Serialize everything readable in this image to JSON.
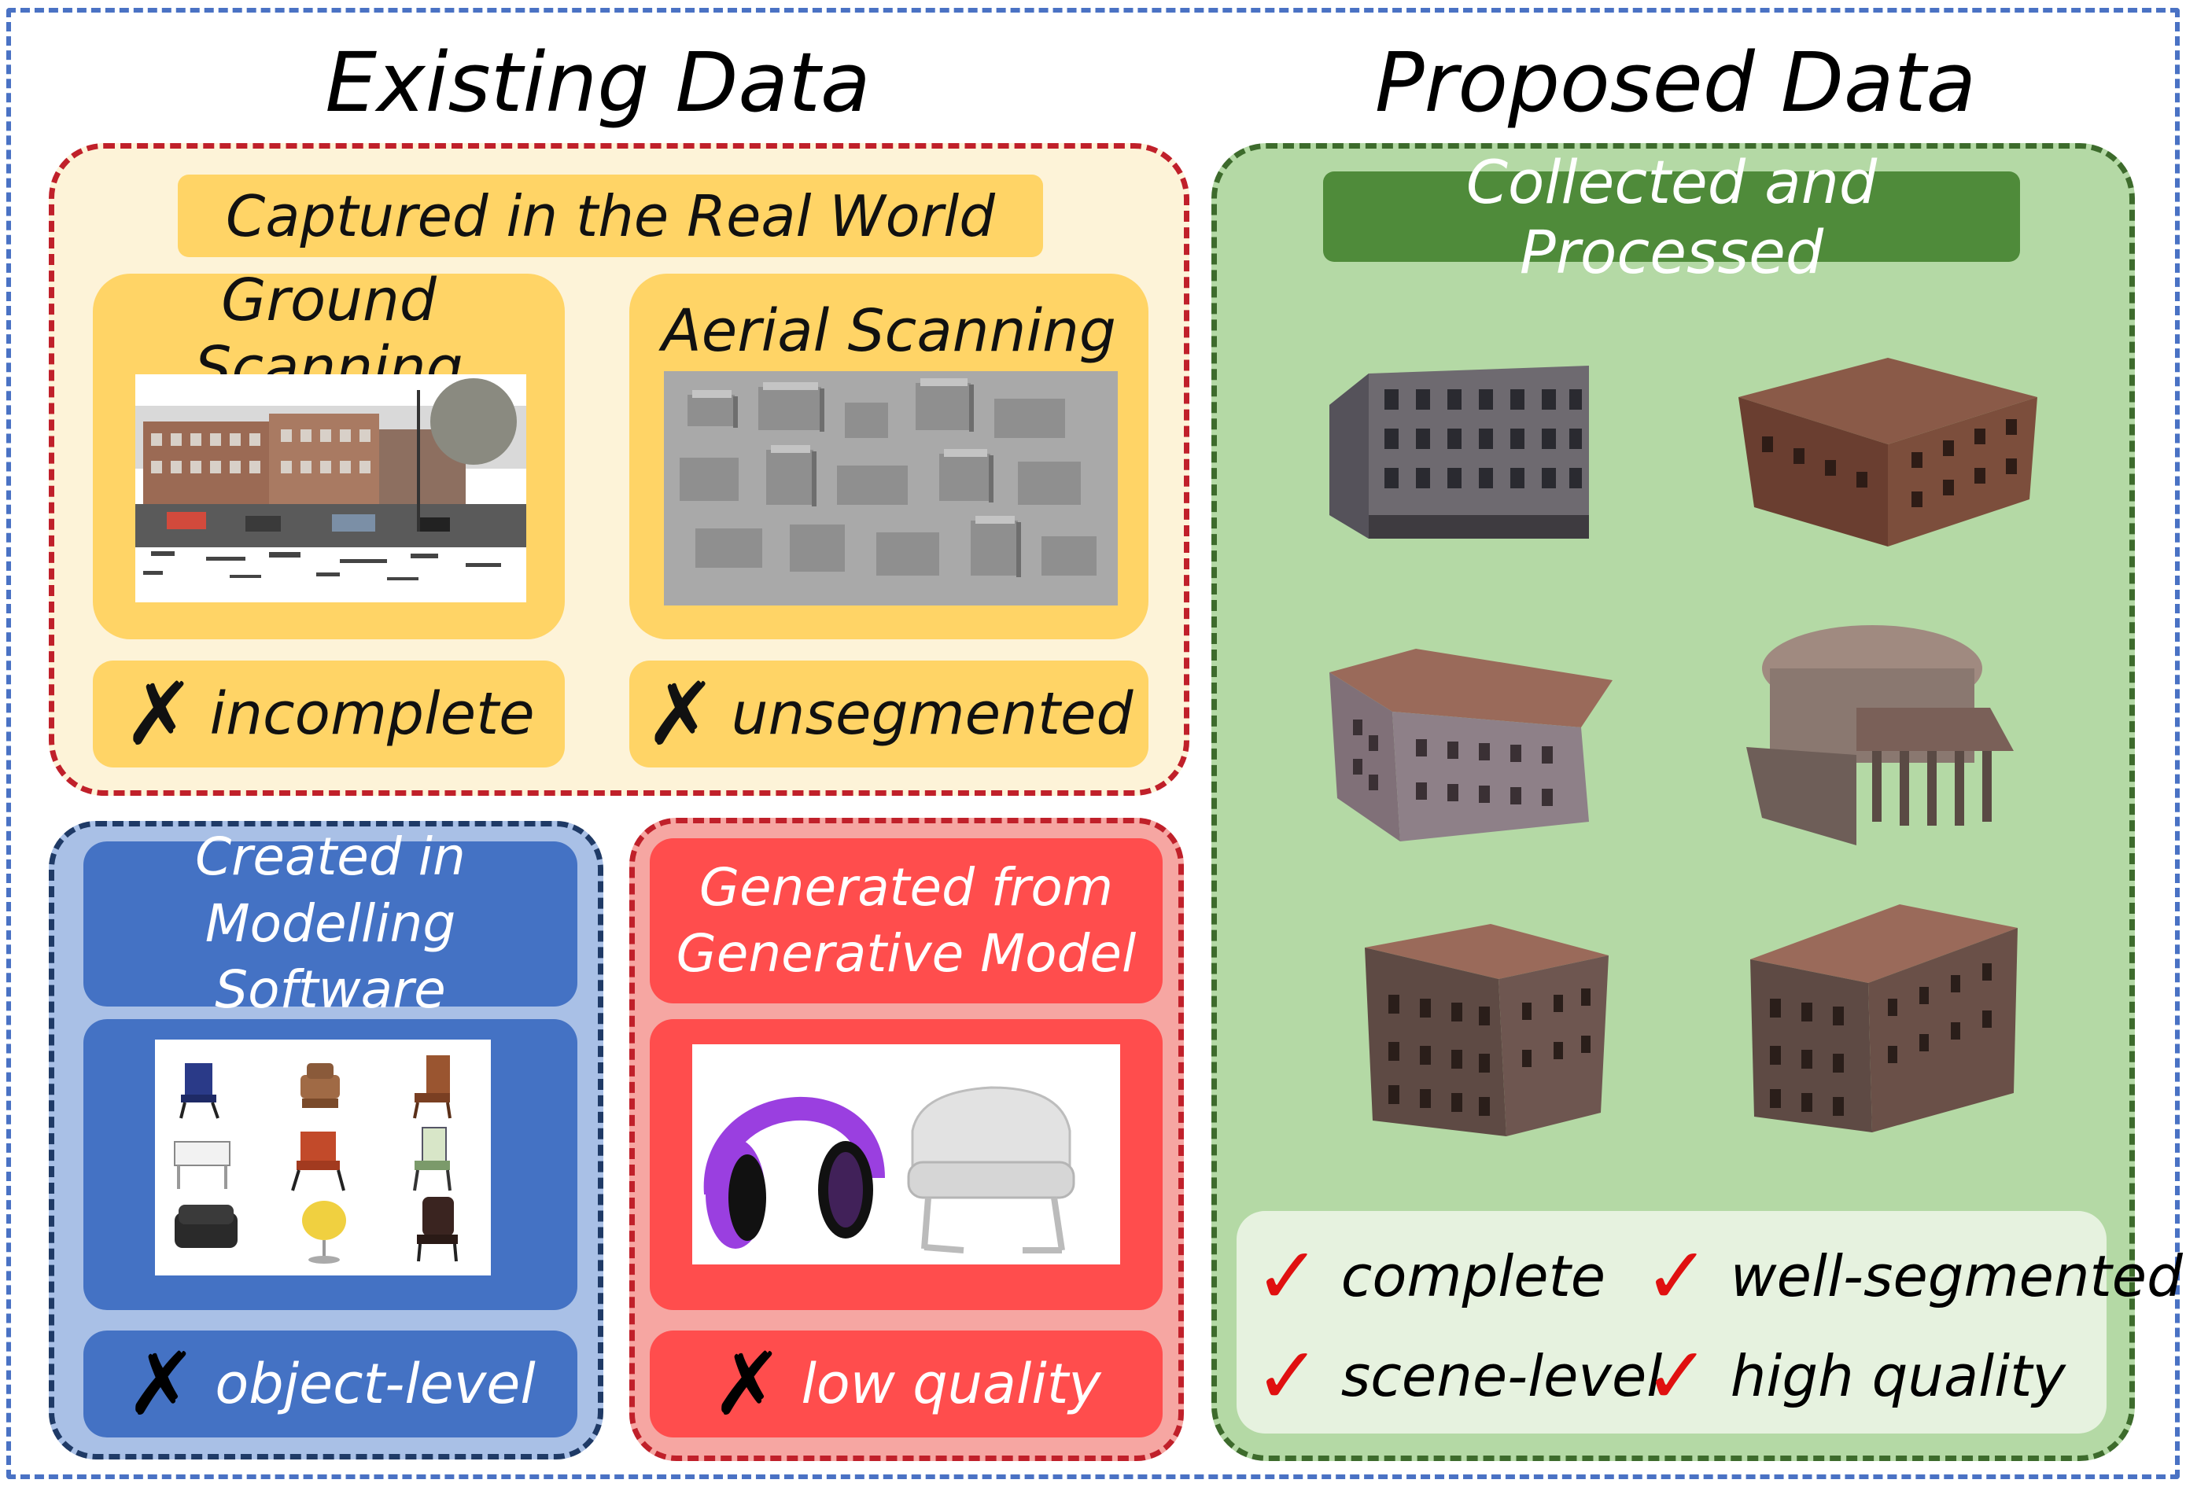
{
  "headings": {
    "existing": "Existing Data",
    "proposed": "Proposed Data"
  },
  "real_world": {
    "title": "Captured in the Real World",
    "ground": {
      "title": "Ground Scanning",
      "con": "incomplete"
    },
    "aerial": {
      "title": "Aerial Scanning",
      "con": "unsegmented"
    },
    "cross_icon": "x-mark-icon"
  },
  "modelling": {
    "title_line1": "Created in",
    "title_line2": "Modelling Software",
    "con": "object-level"
  },
  "generative": {
    "title_line1": "Generated from",
    "title_line2": "Generative Model",
    "con": "low quality"
  },
  "proposed": {
    "title": "Collected and Processed",
    "pros": [
      "complete",
      "well-segmented",
      "scene-level",
      "high quality"
    ],
    "check_icon": "check-mark-icon"
  },
  "colors": {
    "outer_border": "#4a72c4",
    "real_world_bg": "#fdf3d8",
    "real_world_accent": "#ffd466",
    "modelling_bg": "#a9c0e6",
    "modelling_accent": "#4472c4",
    "generative_bg": "#f6a6a2",
    "generative_accent": "#ff4d4d",
    "proposed_bg": "#b4d9a5",
    "proposed_accent": "#4f8b3a",
    "check": "#e01010"
  }
}
